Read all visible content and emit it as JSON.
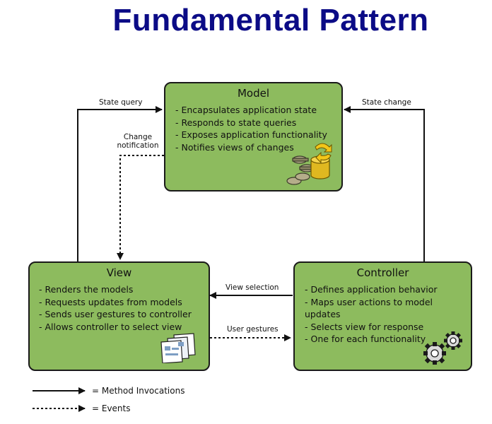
{
  "title": "Fundamental Pattern",
  "model": {
    "heading": "Model",
    "items": [
      "Encapsulates application state",
      "Responds to state queries",
      "Exposes application functionality",
      "Notifies views of changes"
    ]
  },
  "view": {
    "heading": "View",
    "items": [
      "Renders the models",
      "Requests updates from models",
      "Sends user gestures to controller",
      "Allows controller to select view"
    ]
  },
  "controller": {
    "heading": "Controller",
    "items": [
      "Defines application behavior",
      "Maps user actions to model updates",
      "Selects view for response",
      "One for each functionality"
    ]
  },
  "edges": {
    "state_query": "State query",
    "change_notification_line1": "Change",
    "change_notification_line2": "notification",
    "state_change": "State change",
    "view_selection": "View selection",
    "user_gestures": "User gestures"
  },
  "legend": {
    "method_invocations": "= Method Invocations",
    "events": "= Events"
  },
  "colors": {
    "title": "#0b0b86",
    "box_fill": "#8dbb5e",
    "box_border": "#1a1a1a"
  },
  "icons": {
    "model": "database-and-keys-icon",
    "view": "documents-icon",
    "controller": "gears-icon"
  }
}
